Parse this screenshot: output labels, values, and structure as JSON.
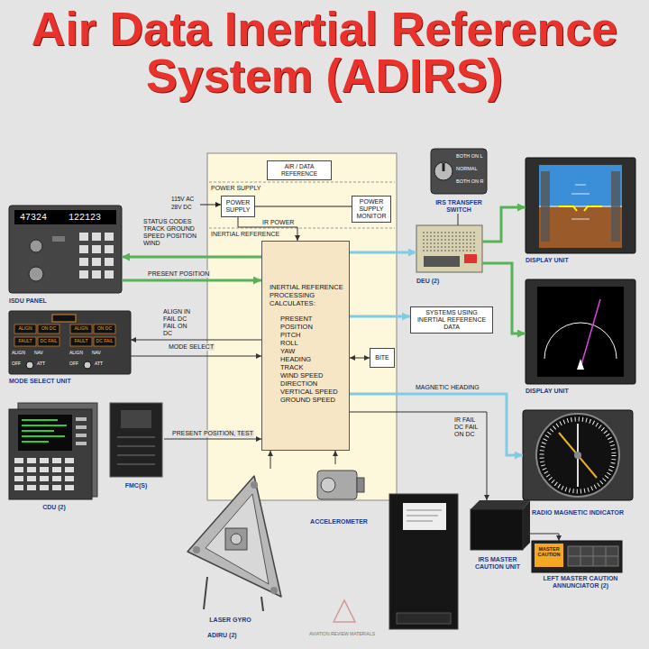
{
  "diagram": {
    "title": "Air Data Inertial Reference System (ADIRS)",
    "nodes": [
      {
        "text": [
          "POWER SUPPLY",
          "INERTIAL REFERENCE"
        ]
      },
      {
        "text": [
          "AIR / DATA REFERENCE"
        ],
        "in": 0
      },
      {
        "text": [
          "POWER SUPPLY"
        ],
        "in": 0
      },
      {
        "text": [
          "POWER SUPPLY MONITOR"
        ],
        "in": 0
      },
      {
        "text": [
          "INERTIAL REFERENCE PROCESSING CALCULATES:",
          "PRESENT POSITION",
          "PITCH",
          "ROLL",
          "YAW",
          "HEADING",
          "TRACK",
          "WIND SPEED",
          "DIRECTION",
          "VERTICAL SPEED",
          "GROUND SPEED"
        ],
        "in": 0
      },
      {
        "text": [
          "BITE"
        ],
        "in": 0
      },
      {
        "text": [
          "SYSTEMS USING INERTIAL REFERENCE DATA"
        ]
      },
      {
        "text": [
          "ISDU PANEL"
        ]
      },
      {
        "text": [
          "MODE SELECT UNIT"
        ]
      },
      {
        "text": [
          "CDU (2)"
        ]
      },
      {
        "text": [
          "FMC(S)"
        ]
      },
      {
        "text": [
          "DEU (2)"
        ]
      },
      {
        "text": [
          "IRS TRANSFER SWITCH"
        ]
      },
      {
        "text": [
          "DISPLAY UNIT"
        ]
      },
      {
        "text": [
          "DISPLAY UNIT"
        ]
      },
      {
        "text": [
          "RADIO MAGNETIC INDICATOR"
        ]
      },
      {
        "text": [
          "IRS MASTER CAUTION UNIT"
        ]
      },
      {
        "text": [
          "LEFT MASTER CAUTION ANNUNCIATOR (2)"
        ]
      },
      {
        "text": [
          "LASER GYRO"
        ]
      },
      {
        "text": [
          "ACCELEROMETER"
        ]
      }
    ],
    "edges": [
      {
        "from": 2,
        "to": 4,
        "label": "IR POWER",
        "arrow": "to"
      },
      {
        "from": 4,
        "to": 7,
        "label": "STATUS CODES TRACK GROUND SPEED POSITION WIND",
        "arrow": "to"
      },
      {
        "from": 7,
        "to": 4,
        "label": "PRESENT POSITION",
        "arrow": "to"
      },
      {
        "from": 4,
        "to": 8,
        "label": "ALIGN IN FAIL DC FAIL ON DC",
        "arrow": "to"
      },
      {
        "from": 8,
        "to": 4,
        "label": "MODE SELECT",
        "arrow": "to"
      },
      {
        "from": 10,
        "to": 4,
        "label": "PRESENT POSITION, TEST",
        "arrow": "to"
      },
      {
        "from": 4,
        "to": 11,
        "arrow": "to"
      },
      {
        "from": 4,
        "to": 6,
        "arrow": "to"
      },
      {
        "from": 4,
        "to": 5,
        "arrow": "both"
      },
      {
        "from": 11,
        "to": 13,
        "arrow": "to"
      },
      {
        "from": 11,
        "to": 14,
        "arrow": "to"
      },
      {
        "from": 12,
        "to": 11,
        "arrow": "none"
      },
      {
        "from": 4,
        "to": 15,
        "label": "MAGNETIC HEADING",
        "arrow": "to"
      },
      {
        "from": 4,
        "to": 16,
        "label": "IR FAIL DC FAIL ON DC",
        "arrow": "to"
      },
      {
        "from": 16,
        "to": 17,
        "arrow": "to"
      },
      {
        "from": 18,
        "to": 4,
        "arrow": "to"
      },
      {
        "from": 19,
        "to": 4,
        "arrow": "to"
      }
    ],
    "labels": [
      "47324",
      "122123",
      "ALIGN",
      "ON DC",
      "ALIGN",
      "ON DC",
      "FAULT",
      "DC FAIL",
      "FAULT",
      "DC FAIL",
      "ALIGN",
      "NAV",
      "ALIGN",
      "NAV",
      "OFF",
      "ATT",
      "OFF",
      "ATT",
      "BOTH ON L",
      "NORMAL",
      "BOTH ON R",
      "115V AC",
      "28V DC",
      "MASTER CAUTION",
      "ADIRU (2)",
      "AVIATION REVIEW MATERIALS"
    ]
  }
}
